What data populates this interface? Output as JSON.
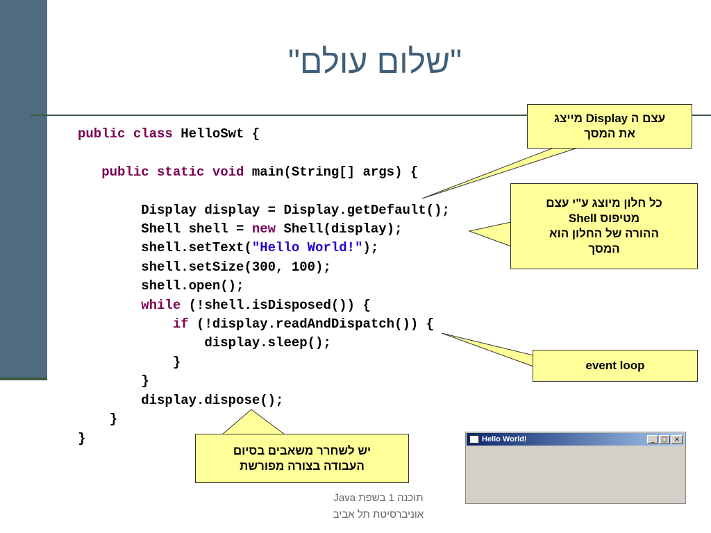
{
  "slide": {
    "title": "\"שלום עולם\""
  },
  "code": {
    "lines": [
      [
        {
          "t": "public class",
          "c": "kw"
        },
        {
          "t": " HelloSwt {"
        }
      ],
      [],
      [
        {
          "t": "   "
        },
        {
          "t": "public static void",
          "c": "kw"
        },
        {
          "t": " main(String[] args) {"
        }
      ],
      [],
      [
        {
          "t": "        Display display = Display.getDefault();"
        }
      ],
      [
        {
          "t": "        Shell shell = "
        },
        {
          "t": "new",
          "c": "kw"
        },
        {
          "t": " Shell(display);"
        }
      ],
      [
        {
          "t": "        shell.setText("
        },
        {
          "t": "\"Hello World!\"",
          "c": "str"
        },
        {
          "t": ");"
        }
      ],
      [
        {
          "t": "        shell.setSize(300, 100);"
        }
      ],
      [
        {
          "t": "        shell.open();"
        }
      ],
      [
        {
          "t": "        "
        },
        {
          "t": "while",
          "c": "kw"
        },
        {
          "t": " (!shell.isDisposed()) {"
        }
      ],
      [
        {
          "t": "            "
        },
        {
          "t": "if",
          "c": "kw"
        },
        {
          "t": " (!display.readAndDispatch()) {"
        }
      ],
      [
        {
          "t": "                display.sleep();"
        }
      ],
      [
        {
          "t": "            }"
        }
      ],
      [
        {
          "t": "        }"
        }
      ],
      [
        {
          "t": "        display.dispose();"
        }
      ],
      [
        {
          "t": "    }"
        }
      ],
      [
        {
          "t": "}"
        }
      ]
    ]
  },
  "callouts": {
    "display": {
      "line1": "עצם ה Display מייצג",
      "line2": "את המסך"
    },
    "shell": {
      "line1": "כל חלון מיוצג ע\"י עצם",
      "line2": "מטיפוס Shell",
      "line3": "ההורה של החלון הוא",
      "line4": "המסך"
    },
    "event_loop": {
      "text": "event loop"
    },
    "dispose": {
      "line1": "יש לשחרר משאבים בסיום",
      "line2": "העבודה בצורה מפורשת"
    }
  },
  "window_preview": {
    "title": "Hello World!",
    "minimize_symbol": "_",
    "maximize_symbol": "□",
    "close_symbol": "×"
  },
  "footer": {
    "line1": "תוכנה 1 בשפת Java",
    "line2": "אוניברסיטת תל אביב"
  },
  "colors": {
    "left_bar": "#4f6b80",
    "title": "#3f5f7a",
    "keyword": "#7a0055",
    "string": "#2a00cc",
    "callout_fill": "#ffff99"
  }
}
